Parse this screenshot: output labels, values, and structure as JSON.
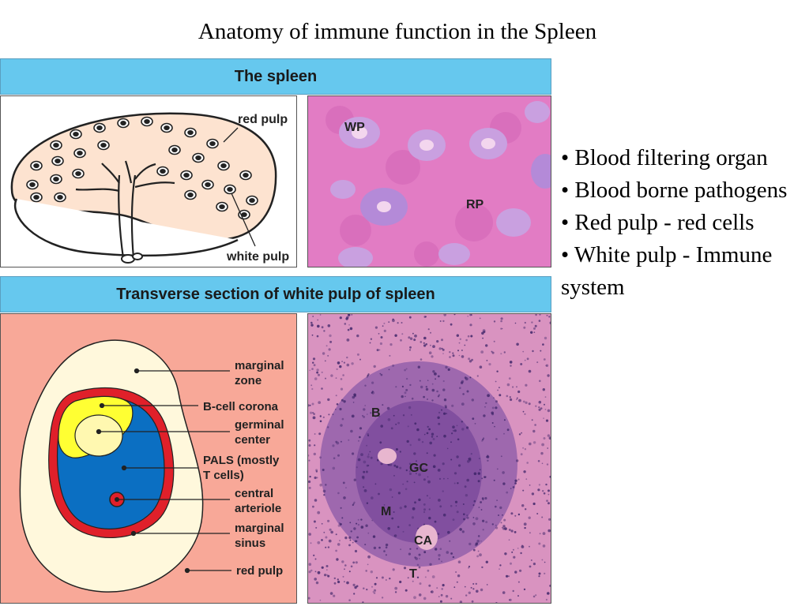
{
  "slide": {
    "title": "Anatomy of immune function in the Spleen"
  },
  "top_panel": {
    "header": "The spleen",
    "diagram_labels": {
      "red_pulp": "red pulp",
      "white_pulp": "white pulp"
    },
    "micrograph_labels": {
      "wp": "WP",
      "rp": "RP"
    }
  },
  "bottom_panel": {
    "header": "Transverse section of white pulp of spleen",
    "diagram_labels": {
      "marginal_zone_1": "marginal",
      "marginal_zone_2": "zone",
      "b_cell_corona": "B-cell corona",
      "germinal_center_1": "germinal",
      "germinal_center_2": "center",
      "pals_1": "PALS (mostly",
      "pals_2": "T cells)",
      "central_arteriole_1": "central",
      "central_arteriole_2": "arteriole",
      "marginal_sinus_1": "marginal",
      "marginal_sinus_2": "sinus",
      "red_pulp": "red pulp"
    },
    "micrograph_labels": {
      "b": "B",
      "gc": "GC",
      "m": "M",
      "ca": "CA",
      "t": "T"
    }
  },
  "bullets": [
    "• Blood filtering organ",
    "• Blood borne pathogens",
    "• Red pulp - red cells",
    "• White pulp - Immune system"
  ],
  "colors": {
    "header_band": "#66c8ee",
    "spleen_fill": "#fde3d0",
    "red_pulp_bg": "#f8a898",
    "marginal_zone": "#fff8dc",
    "b_cell_corona": "#ffff33",
    "pals": "#0b6fc2",
    "marginal_sinus": "#e0202a",
    "he_stain_pink": "#e27cc4"
  }
}
